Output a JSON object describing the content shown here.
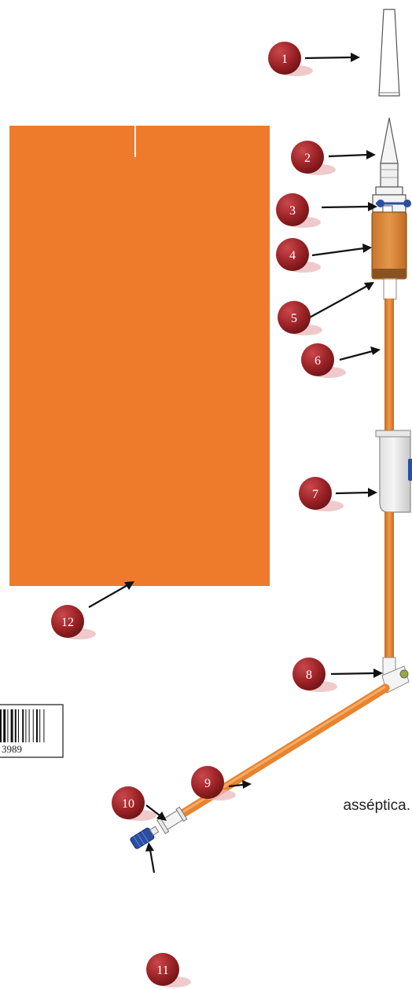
{
  "callouts": [
    {
      "number": "1"
    },
    {
      "number": "2"
    },
    {
      "number": "3"
    },
    {
      "number": "4"
    },
    {
      "number": "5"
    },
    {
      "number": "6"
    },
    {
      "number": "7"
    },
    {
      "number": "8"
    },
    {
      "number": "9"
    },
    {
      "number": "10"
    },
    {
      "number": "11"
    },
    {
      "number": "12"
    }
  ],
  "barcode": {
    "digits": "3989"
  },
  "caption": {
    "fragment": "asséptica."
  },
  "colors": {
    "bag": "#ee7b2c",
    "tube": "#e8832f",
    "callout": "#9b2226",
    "clamp_blue": "#2a4ea0",
    "chamber": "#d98433"
  }
}
